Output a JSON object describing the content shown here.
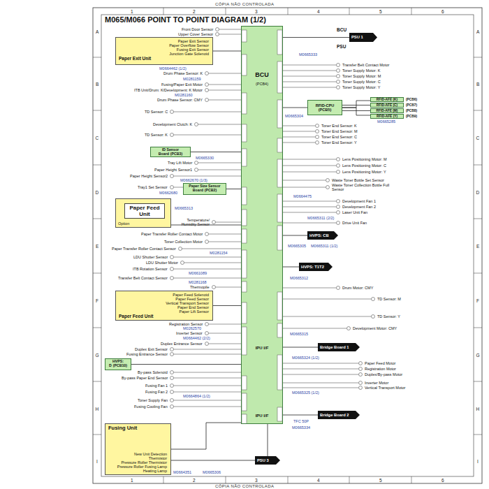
{
  "diagram": {
    "title": "M065/M066 POINT TO POINT DIAGRAM (1/2)",
    "nodes": [
      {
        "text": [
          "Paper Exit Sensor",
          "Paper Overflow Sensor",
          "Fusing Exit Sensor",
          "Junction Gate Solenoid",
          "Paper Exit Unit"
        ]
      },
      {
        "text": [
          "BCU",
          "(PCB4)",
          "IPU I/F",
          "IPU I/F"
        ]
      },
      {
        "text": [
          "PSU 1"
        ]
      },
      {
        "text": [
          "RFID-CPU",
          "(PCB5)"
        ]
      },
      {
        "text": [
          "RFID-AFE (K)",
          "(PCB6)"
        ]
      },
      {
        "text": [
          "RFID-AFE (C)",
          "(PCB7)"
        ]
      },
      {
        "text": [
          "RFID-AFE (M)",
          "(PCB8)"
        ]
      },
      {
        "text": [
          "RFID-AFE (Y)",
          "(PCB9)"
        ]
      },
      {
        "text": [
          "ID Sensor Board",
          "(PCB3)"
        ]
      },
      {
        "text": [
          "Paper Size Sensor Board",
          "(PCB2)"
        ]
      },
      {
        "text": [
          "Option"
        ]
      },
      {
        "text": [
          "Paper Feed Unit"
        ],
        "in": 10
      },
      {
        "text": [
          "HVPS: CB"
        ]
      },
      {
        "text": [
          "HVPS: T1T2"
        ]
      },
      {
        "text": [
          "Paper Feed Solenoid",
          "Paper Feed Sensor",
          "Vertical Transport Sensor",
          "Paper End Sensor",
          "Paper Lift Sensor",
          "Paper Feed Unit"
        ]
      },
      {
        "text": [
          "HVPS: D",
          "(PCB10)"
        ]
      },
      {
        "text": [
          "Bridge Board 1"
        ]
      },
      {
        "text": [
          "Bridge Board 2"
        ]
      },
      {
        "text": [
          "Fusing Unit",
          "New Unit Detection",
          "Thermistor",
          "Pressure Roller Thermistor",
          "Pressure Roller Fusing Lamp",
          "Heating Lamp"
        ]
      },
      {
        "text": [
          "PSU 3"
        ]
      }
    ],
    "edges": [
      {
        "from": 0,
        "to": 1,
        "arrow": "none"
      },
      {
        "from": 1,
        "to": 2,
        "arrow": "none"
      },
      {
        "from": 1,
        "to": 3,
        "arrow": "none"
      },
      {
        "from": 3,
        "to": 4,
        "arrow": "none"
      },
      {
        "from": 3,
        "to": 5,
        "arrow": "none"
      },
      {
        "from": 3,
        "to": 6,
        "arrow": "none"
      },
      {
        "from": 3,
        "to": 7,
        "arrow": "none"
      },
      {
        "from": 8,
        "to": 1,
        "arrow": "none"
      },
      {
        "from": 9,
        "to": 1,
        "arrow": "none"
      },
      {
        "from": 10,
        "to": 1,
        "arrow": "none"
      },
      {
        "from": 1,
        "to": 12,
        "arrow": "none"
      },
      {
        "from": 1,
        "to": 13,
        "arrow": "none"
      },
      {
        "from": 14,
        "to": 1,
        "arrow": "none"
      },
      {
        "from": 15,
        "to": 1,
        "arrow": "none"
      },
      {
        "from": 1,
        "to": 16,
        "arrow": "none"
      },
      {
        "from": 1,
        "to": 17,
        "arrow": "none"
      },
      {
        "from": 18,
        "to": 1,
        "arrow": "none"
      },
      {
        "from": 18,
        "to": 19,
        "arrow": "none"
      },
      {
        "from": 1,
        "to": 19,
        "arrow": "none"
      }
    ],
    "labels": [
      "CÓPIA NÃO CONTROLADA",
      "CÓPIA NÃO CONTROLADA",
      "1",
      "2",
      "3",
      "4",
      "5",
      "6",
      "1",
      "2",
      "3",
      "4",
      "5",
      "6",
      "A",
      "B",
      "C",
      "D",
      "E",
      "F",
      "G",
      "H",
      "I",
      "A",
      "B",
      "C",
      "D",
      "E",
      "F",
      "G",
      "H",
      "I",
      "Front Door Sensor",
      "Upper Cover Sensor",
      "M0664462 (1/2)",
      "Drum Phase Sensor: K",
      "M0281159",
      "Fusing/Paper Exit Motor",
      "ITB Unit/Drum: K/Development: K Motor",
      "M0281160",
      "Drum Phase Sensor: CMY",
      "TD Sensor: C",
      "Development Clutch: K",
      "TD Sensor: K",
      "M0665330",
      "Tray Lift Motor",
      "Paper Height Sensor1",
      "Paper Height Sensor2",
      "M0662670 (1/3)",
      "Tray1 Set Sensor",
      "M0662680",
      "M0665313",
      "Temperature/ Humidity Sensor",
      "Paper Transfer Roller Contact Motor",
      "Toner Collection Motor",
      "Paper Transfer Roller Contact Sensor",
      "M0281154",
      "LDU Shutter Sensor",
      "LDU Shutter Motor",
      "M0661089",
      "ITB Rotation Sensor",
      "Transfer Belt Contact Sensor",
      "M0281168",
      "Thermopile",
      "Registration Sensor",
      "M0262570",
      "Inverter Sensor",
      "M0664462 (2/2)",
      "Duplex Entrance Sensor",
      "Duplex Exit Sensor",
      "Fusing Entrance Sensor",
      "By-pass Solenoid",
      "By-pass Paper End Sensor",
      "Fusing Fan 1",
      "Fusing Fan 2",
      "M0664864 (1/2)",
      "Toner Supply Fan",
      "Fusing Cooling Fan",
      "M0665306",
      "M0664351",
      "BCU",
      "PSU",
      "M0665333",
      "Transfer Belt Contact Motor",
      "Toner Supply Motor: K",
      "Toner Supply Motor: M",
      "Toner Supply Motor: C",
      "Toner Supply Motor: Y",
      "M0665304",
      "M0665285",
      "Toner End Sensor: K",
      "Toner End Sensor: M",
      "Toner End Sensor: C",
      "Toner End Sensor: Y",
      "Lens Positioning Motor: M",
      "Lens Positioning Motor: C",
      "Lens Positioning Motor: Y",
      "Waste Toner Bottle Set Sensor",
      "Waste Toner Collection Bottle Full Sensor",
      "M0664475",
      "Development Fan 1",
      "Development Fan 2",
      "Laser Unit Fan",
      "M0665311 (2/2)",
      "Drive Unit Fan",
      "M0665305",
      "M0665311 (1/2)",
      "M0665312",
      "Drum Motor: CMY",
      "TD Sensor: M",
      "TD Sensor: Y",
      "Development Motor: CMY",
      "M0665315",
      "M0665324 (1/2)",
      "Paper Feed Motor",
      "Registration Motor",
      "Duplex/By-pass Motor",
      "Inverter Motor",
      "Vertical Transport Motor",
      "M0665325 (1/2)",
      "TFC 50P",
      "M0665334"
    ]
  }
}
